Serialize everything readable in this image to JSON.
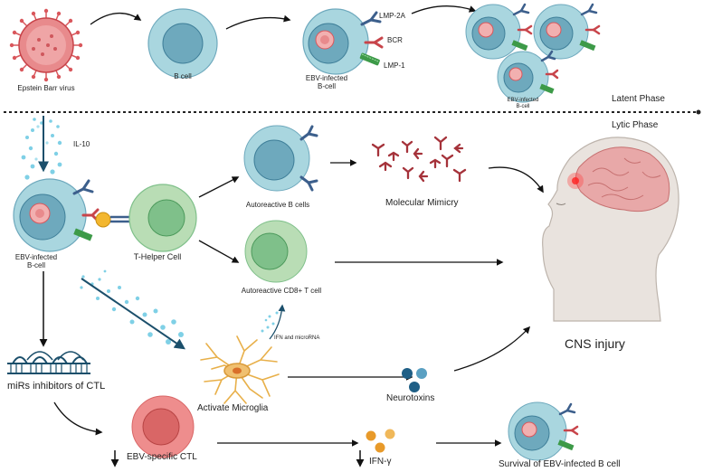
{
  "labels": {
    "virus": "Epstein Barr virus",
    "bcell": "B cell",
    "ebv_infected_top": "EBV-infected\nB-cell",
    "lmp2a": "LMP-2A",
    "bcr": "BCR",
    "lmp1": "LMP-1",
    "small_ebv": "EBV-infected\nB-cell",
    "latent_phase": "Latent Phase",
    "lytic_phase": "Lytic Phase",
    "il10": "IL-10",
    "ebv_infected_mid": "EBV-infected\nB-cell",
    "t_helper": "T-Helper Cell",
    "autoreactive_b": "Autoreactive B cells",
    "molecular_mimicry": "Molecular Mimicry",
    "autoreactive_cd8": "Autoreactive CD8+ T cell",
    "ifn_microrna": "IFN and microRNA",
    "cns_injury": "CNS injury",
    "mirs": "miRs inhibitors of CTL",
    "activate_microglia": "Activate Microglia",
    "neurotoxins": "Neurotoxins",
    "ebv_ctl": "EBV-specific CTL",
    "ifn_gamma": "IFN-γ",
    "survival": "Survival of EBV-infected B cell"
  },
  "colors": {
    "bcell_outer": "#a9d6df",
    "bcell_nucleus": "#6ea9bd",
    "virus_red": "#d9575c",
    "tcell_outer": "#b9ddb5",
    "tcell_inner": "#7fc08a",
    "ctl_outer": "#ee8d8d",
    "ctl_inner": "#d96666",
    "receptor_blue": "#3c5f8c",
    "receptor_red": "#c8444a",
    "lmp1_green": "#3d9a48",
    "antibody_red": "#a5323a",
    "arrow_dark": "#1b4f6b",
    "dot_light": "#7fd0e6",
    "microglia": "#f0c070",
    "neurotoxin": "#1f5f86",
    "ifn_orange": "#e89a2a",
    "head_skin": "#e9e3de",
    "brain": "#e8a8a8"
  }
}
